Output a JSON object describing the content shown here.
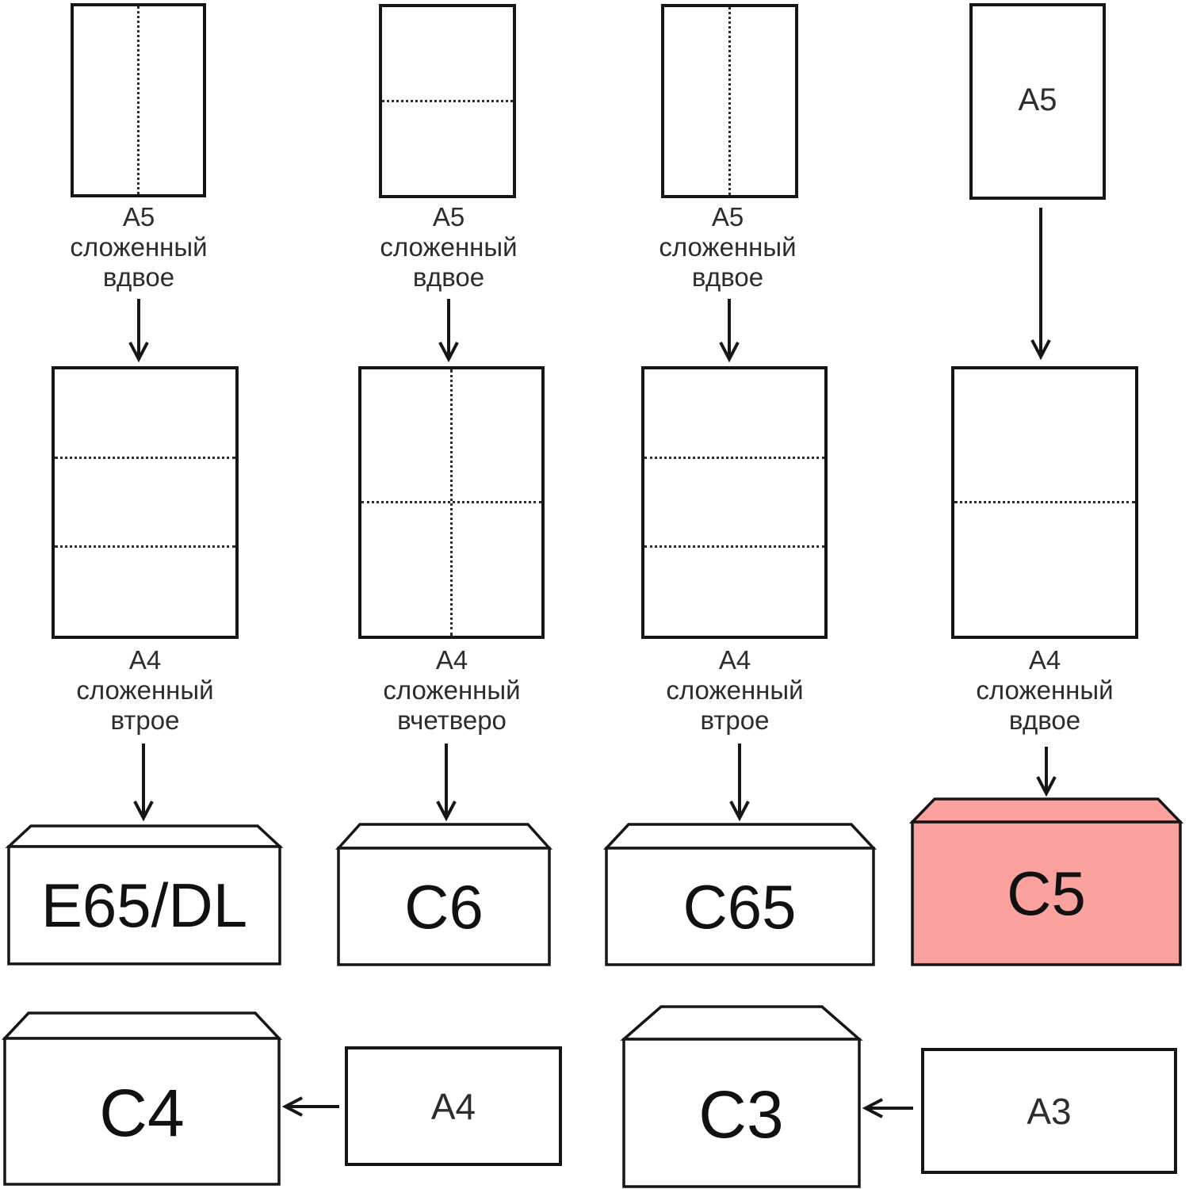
{
  "colors": {
    "highlight_envelope": "#FBA19E",
    "stroke": "#161616",
    "caption_text": "#2d2d2d"
  },
  "columns": [
    {
      "top_caption": [
        "A5",
        "сложенный",
        "вдвое"
      ],
      "mid_caption": [
        "A4",
        "сложенный",
        "втрое"
      ],
      "envelope": "E65/DL"
    },
    {
      "top_caption": [
        "A5",
        "сложенный",
        "вдвое"
      ],
      "mid_caption": [
        "A4",
        "сложенный",
        "вчетверо"
      ],
      "envelope": "C6"
    },
    {
      "top_caption": [
        "A5",
        "сложенный",
        "вдвое"
      ],
      "mid_caption": [
        "A4",
        "сложенный",
        "втрое"
      ],
      "envelope": "C65"
    },
    {
      "top_paper_label": "A5",
      "mid_caption": [
        "A4",
        "сложенный",
        "вдвое"
      ],
      "envelope": "C5",
      "highlighted": true
    }
  ],
  "bottom": [
    {
      "envelope": "C4",
      "paper": "A4"
    },
    {
      "envelope": "C3",
      "paper": "A3"
    }
  ]
}
